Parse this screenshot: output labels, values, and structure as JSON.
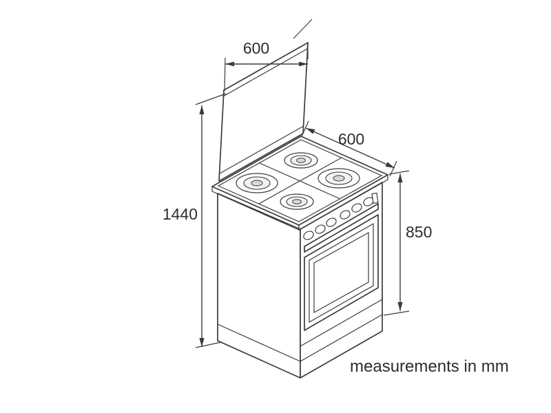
{
  "diagram": {
    "footnote": "measurements in mm",
    "dimensions": {
      "top_width": {
        "label": "600"
      },
      "depth": {
        "label": "600"
      },
      "total_height": {
        "label": "1440"
      },
      "working_height": {
        "label": "850"
      }
    },
    "colors": {
      "line": "#3a3a3a",
      "text": "#2d2d2d",
      "background": "#ffffff",
      "oven_window_band": "#c6c6c6",
      "oven_window_glass": "#8d8d8d",
      "rim_shade": "#ececec",
      "lid_edge_shade": "#e9e9e9"
    }
  }
}
